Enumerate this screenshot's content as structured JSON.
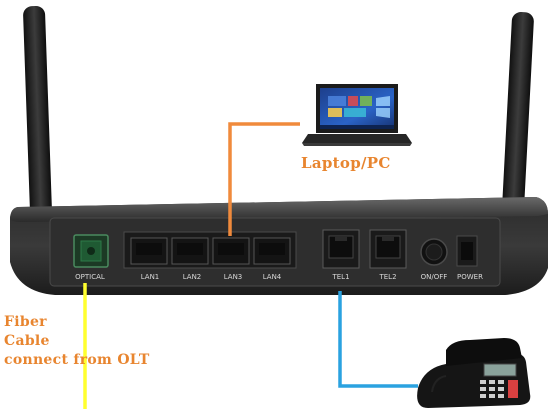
{
  "ports": {
    "optical": "OPTICAL",
    "lan1": "LAN1",
    "lan2": "LAN2",
    "lan3": "LAN3",
    "lan4": "LAN4",
    "tel1": "TEL1",
    "tel2": "TEL2",
    "onoff": "ON/OFF",
    "power": "POWER"
  },
  "labels": {
    "laptop": "Laptop/PC",
    "fiber_line1": "Fiber",
    "fiber_line2": "Cable",
    "fiber_line3": "connect from OLT"
  },
  "colors": {
    "lan_cable": "#f08a3c",
    "fiber_cable": "#ffff2e",
    "tel_cable": "#2aa2e0",
    "label_text": "#e8852f"
  }
}
